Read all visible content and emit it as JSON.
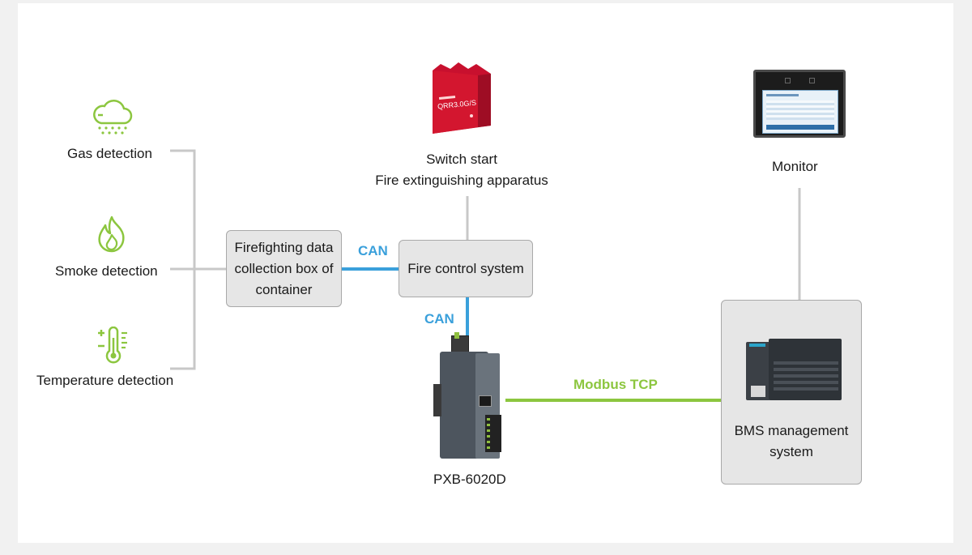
{
  "colors": {
    "can": "#3aa0db",
    "modbus": "#8cc63f",
    "icon": "#8cc63f",
    "line": "#c8c8c8",
    "box_fill": "#e6e6e6",
    "box_border": "#a9a9a9",
    "extinguisher": "#c8102e"
  },
  "detectors": [
    {
      "label": "Gas detection",
      "icon": "cloud-drizzle-icon"
    },
    {
      "label": "Smoke detection",
      "icon": "flame-icon"
    },
    {
      "label": "Temperature detection",
      "icon": "thermometer-icon"
    }
  ],
  "nodes": {
    "collection_box": "Firefighting data collection box of container",
    "fire_control": "Fire control system",
    "extinguisher_line1": "Switch start",
    "extinguisher_line2": "Fire extinguishing apparatus",
    "extinguisher_panel_text": "QRR3.0G/S",
    "monitor": "Monitor",
    "gateway": "PXB-6020D",
    "bms": "BMS management system"
  },
  "links": {
    "can_1": "CAN",
    "can_2": "CAN",
    "modbus": "Modbus TCP"
  }
}
